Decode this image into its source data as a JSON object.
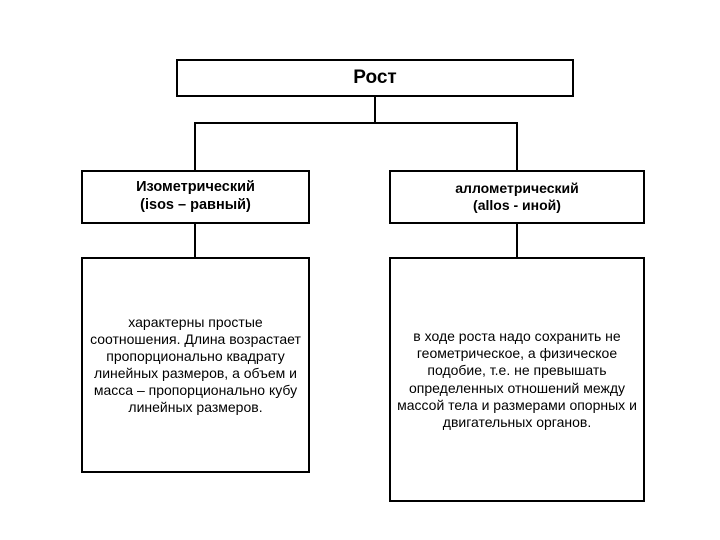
{
  "diagram": {
    "title": "Рост",
    "nodes": {
      "root": {
        "label": "Рост"
      },
      "isometric_header": {
        "label": "Изометрический\n(isos – равный)"
      },
      "allometric_header": {
        "label": "аллометрический\n(allos - иной)"
      },
      "isometric_body": {
        "label": "характерны простые соотношения. Длина возрастает пропорционально квадрату линейных размеров, а объем и масса – пропорционально кубу линейных размеров."
      },
      "allometric_body": {
        "label": "в ходе роста надо сохранить не геометрическое, а физическое подобие, т.е. не превышать определенных отношений между массой тела и размерами опорных и двигательных органов."
      }
    },
    "colors": {
      "background": "#ffffff",
      "border": "#000000",
      "text": "#000000"
    }
  }
}
